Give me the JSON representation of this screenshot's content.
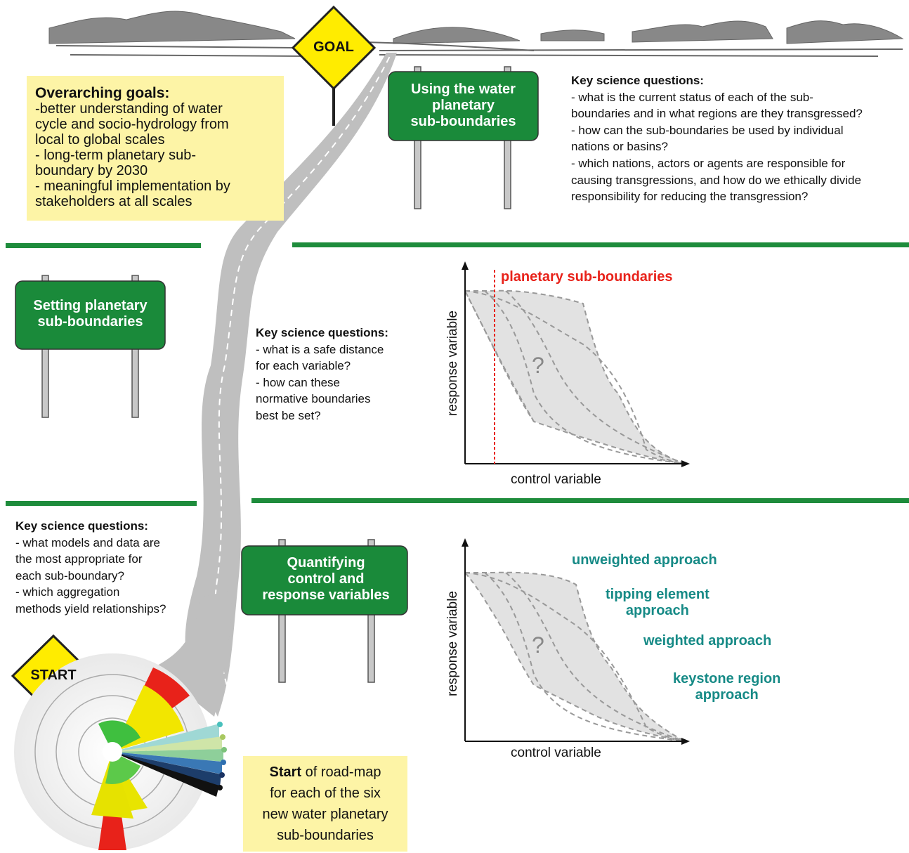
{
  "goal_sign": "GOAL",
  "start_sign": "START",
  "overarching": {
    "title": "Overarching goals:",
    "items": [
      "-better understanding of water",
      "cycle and socio-hydrology from",
      "local to global scales",
      "- long-term planetary sub-",
      "boundary by 2030",
      "- meaningful implementation by",
      "stakeholders at all scales"
    ]
  },
  "signs": {
    "using": [
      "Using the water",
      "planetary",
      "sub-boundaries"
    ],
    "setting": [
      "Setting planetary",
      "sub-boundaries"
    ],
    "quantifying": [
      "Quantifying",
      "control and",
      "response variables"
    ]
  },
  "ksq_top": {
    "title": "Key science questions:",
    "lines": [
      "- what is the current status of each of the sub-",
      "boundaries and in what regions are they transgressed?",
      "- how can the sub-boundaries be used by individual",
      "nations or basins?",
      "- which nations, actors or agents are responsible for",
      "causing transgressions, and how do we ethically divide",
      "responsibility for reducing the transgression?"
    ]
  },
  "ksq_middle": {
    "title": "Key science questions:",
    "lines": [
      "- what is a safe distance",
      "for each variable?",
      "- how can these",
      "normative boundaries",
      "best be set?"
    ]
  },
  "ksq_bottom": {
    "title": "Key science questions:",
    "lines": [
      "- what models and data are",
      "the most appropriate for",
      "each sub-boundary?",
      "- which aggregation",
      "methods yield relationships?"
    ]
  },
  "graph1": {
    "ylabel": "response variable",
    "xlabel": "control variable",
    "question": "?",
    "boundary_label": "planetary sub-boundaries"
  },
  "graph2": {
    "ylabel": "response variable",
    "xlabel": "control variable",
    "question": "?",
    "approaches": [
      [
        "unweighted approach"
      ],
      [
        "tipping element",
        "approach"
      ],
      [
        "weighted approach"
      ],
      [
        "keystone region",
        "approach"
      ]
    ]
  },
  "start_box": {
    "bold": "Start",
    "line1_rest": " of road-map",
    "lines": [
      "for each of the six",
      "new water planetary",
      "sub-boundaries"
    ]
  },
  "colors": {
    "sign_green": "#1a8a3a",
    "divider_green": "#1e8c3c",
    "yellow_box": "#fdf4a6",
    "approach_teal": "#168a86",
    "boundary_red": "#e8221a",
    "road_gray": "#bfbfbf"
  }
}
